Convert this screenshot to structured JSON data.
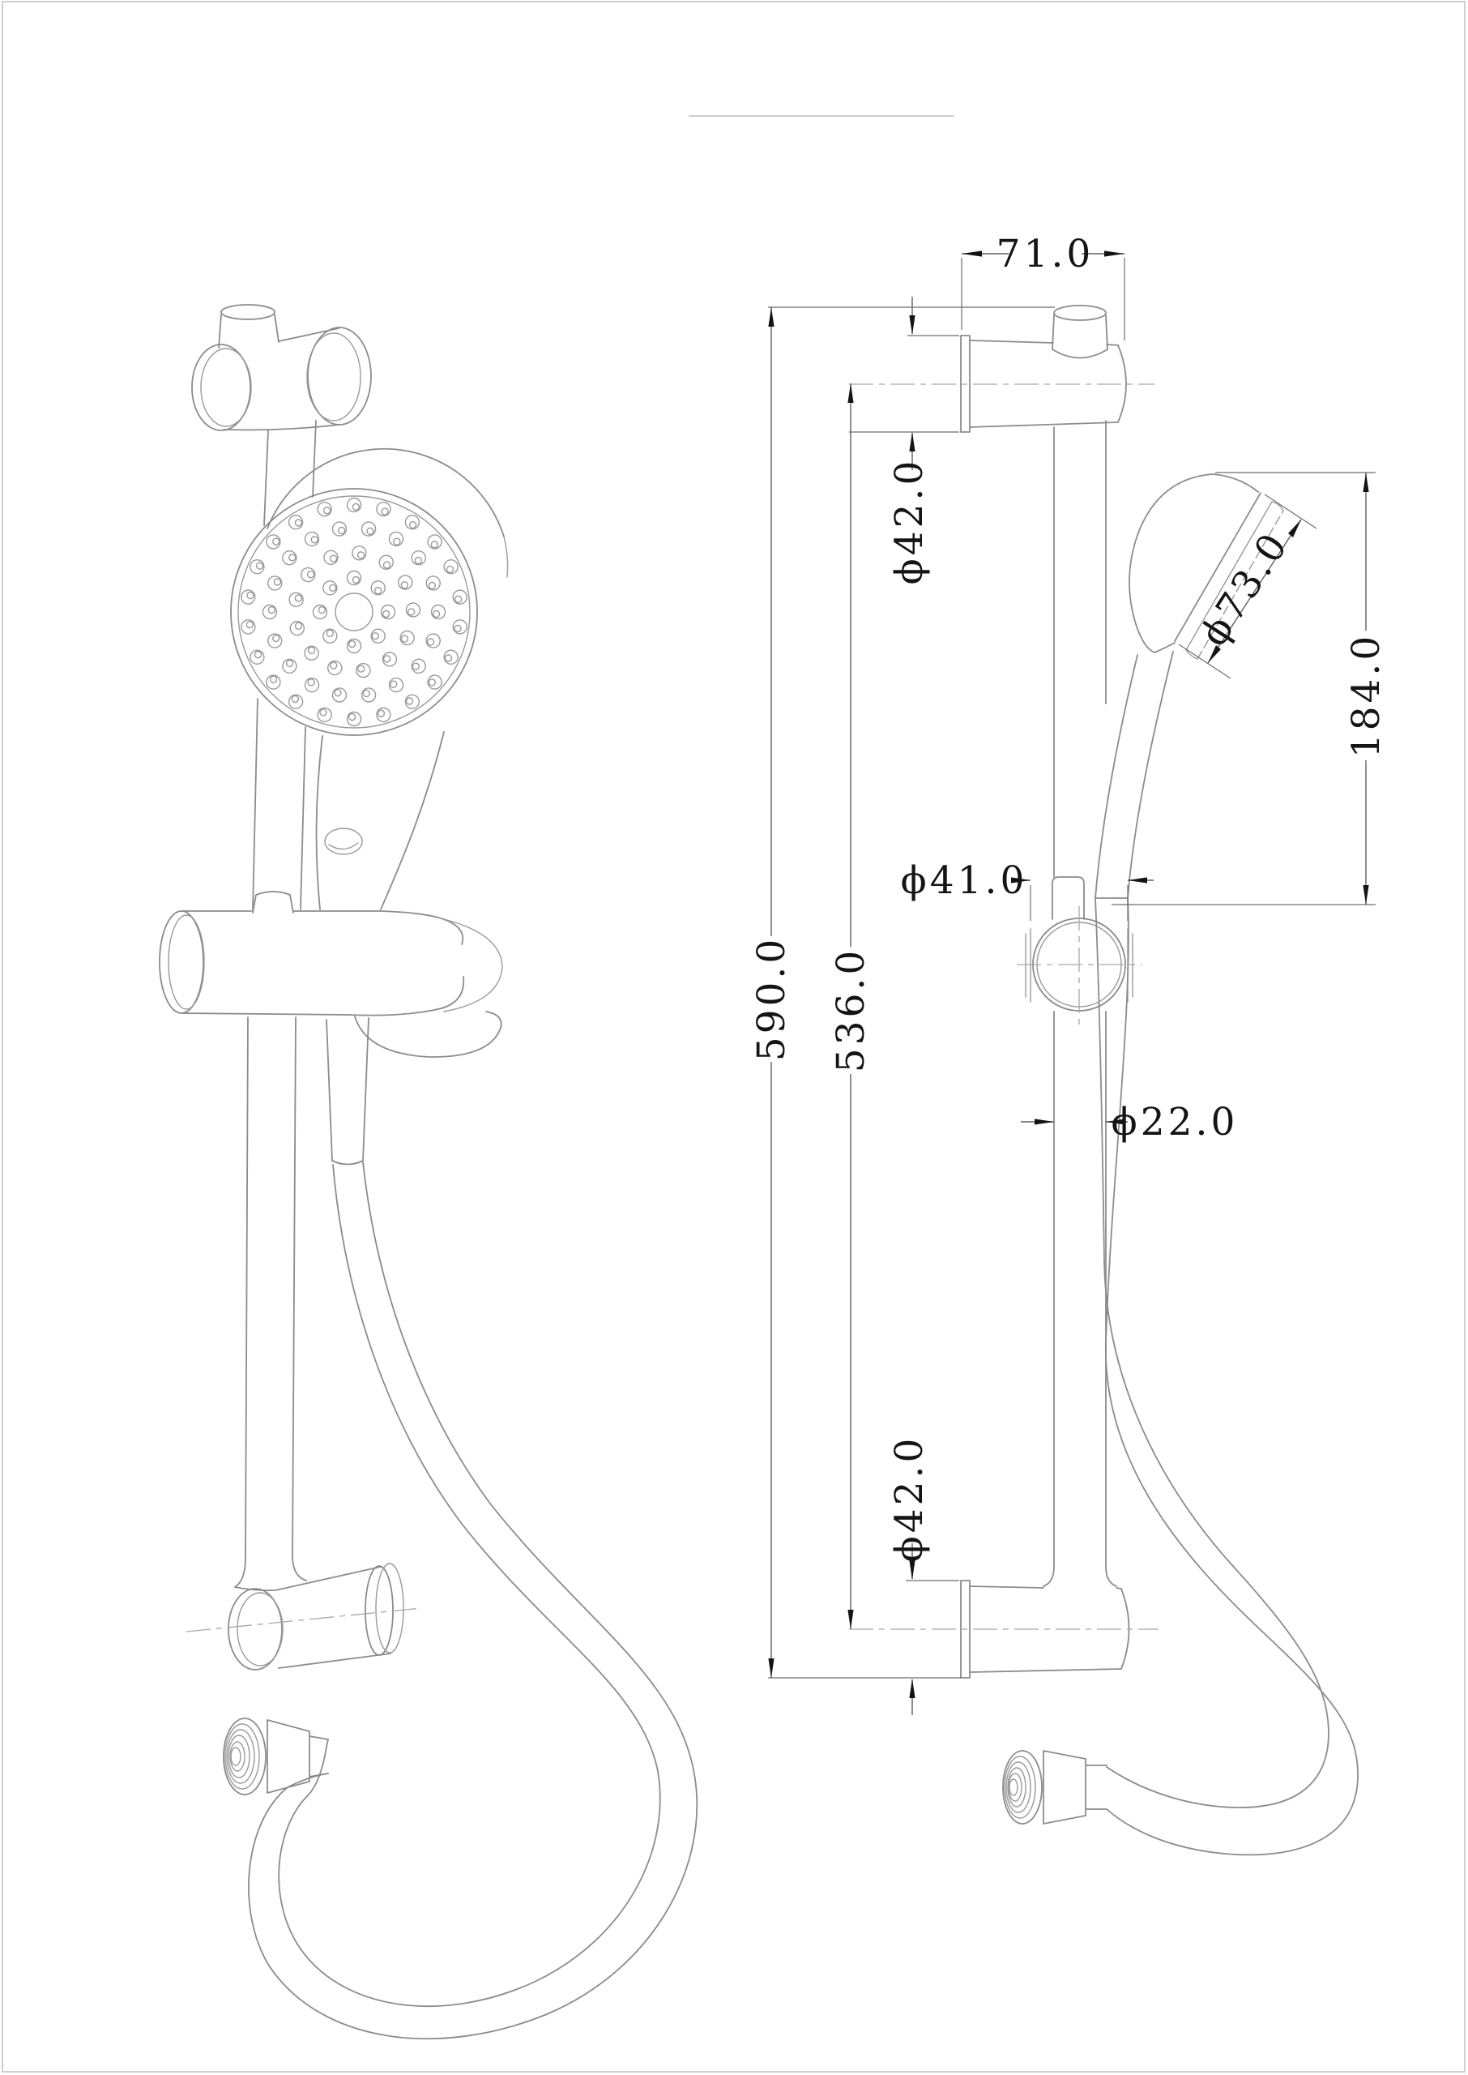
{
  "drawing": {
    "dimensions": {
      "top_width": "71.0",
      "top_bracket_diameter": "ϕ42.0",
      "head_face_diameter": "ϕ73.0",
      "handset_height": "184.0",
      "slider_diameter": "ϕ41.0",
      "overall_length": "590.0",
      "bracket_spacing": "536.0",
      "rail_diameter": "ϕ22.0",
      "bottom_bracket_diameter": "ϕ42.0"
    },
    "colors": {
      "background": "#ffffff",
      "object_line": "#8c8c8c",
      "dimension_line": "#5f5f5f",
      "text": "#141414",
      "centerline": "#a8a8a8",
      "frame": "#cfcfcf"
    }
  }
}
